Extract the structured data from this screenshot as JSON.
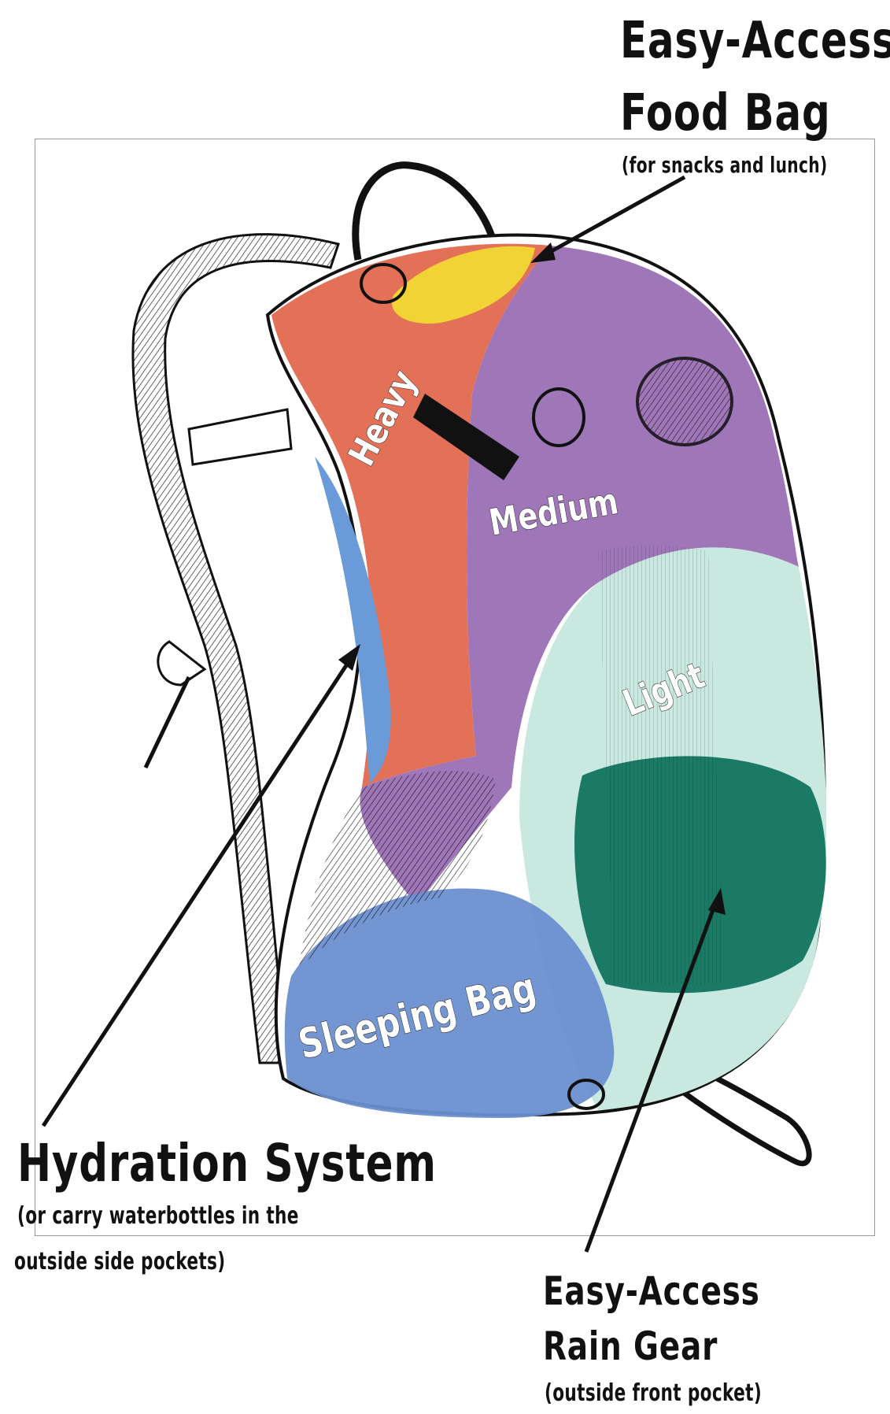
{
  "labels": {
    "food": {
      "line1": "Easy-Access",
      "line2": "Food Bag",
      "note": "(for snacks and lunch)"
    },
    "hydration": {
      "title": "Hydration System",
      "note1": "(or carry waterbottles in the",
      "note2": "outside side pockets)"
    },
    "rain": {
      "line1": "Easy-Access",
      "line2": "Rain Gear",
      "note": "(outside front pocket)"
    }
  },
  "zones": {
    "heavy": "Heavy",
    "medium": "Medium",
    "light": "Light",
    "sleeping": "Sleeping Bag"
  },
  "colors": {
    "heavy": "#e0654a",
    "medium": "#9a6fb4",
    "light": "#c9e8e0",
    "sleeping": "#6b8fd0",
    "food": "#f2d335",
    "rain": "#1b7a66",
    "hydration": "#6a9ad8",
    "ink": "#111111"
  }
}
